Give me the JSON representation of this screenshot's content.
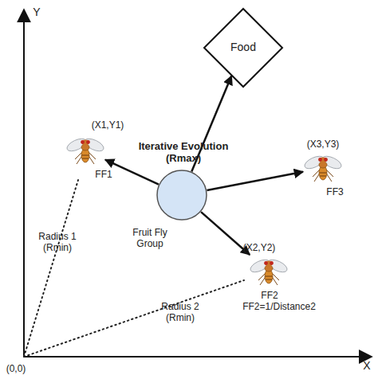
{
  "diagram": {
    "nodes": [
      {
        "text": [
          "Food"
        ]
      },
      {
        "text": [
          "(X1,Y1)",
          "FF1"
        ]
      },
      {
        "text": [
          "(X3,Y3)",
          "FF3"
        ]
      },
      {
        "text": [
          "Fruit Fly Group"
        ]
      },
      {
        "text": [
          "(X2,Y2)",
          "FF2",
          "FF2=1/Distance2"
        ]
      }
    ],
    "edges": [
      {
        "from": 3,
        "to": 0,
        "arrow": "to",
        "label": "Iterative Evolution (Rmax)"
      },
      {
        "from": 3,
        "to": 1,
        "arrow": "to"
      },
      {
        "from": 3,
        "to": 2,
        "arrow": "to"
      },
      {
        "from": 3,
        "to": 4,
        "arrow": "to"
      }
    ],
    "labels": [
      "Y",
      "X",
      "(0,0)",
      "Radius 1 (Rmin)",
      "Radius 2 (Rmin)"
    ]
  }
}
